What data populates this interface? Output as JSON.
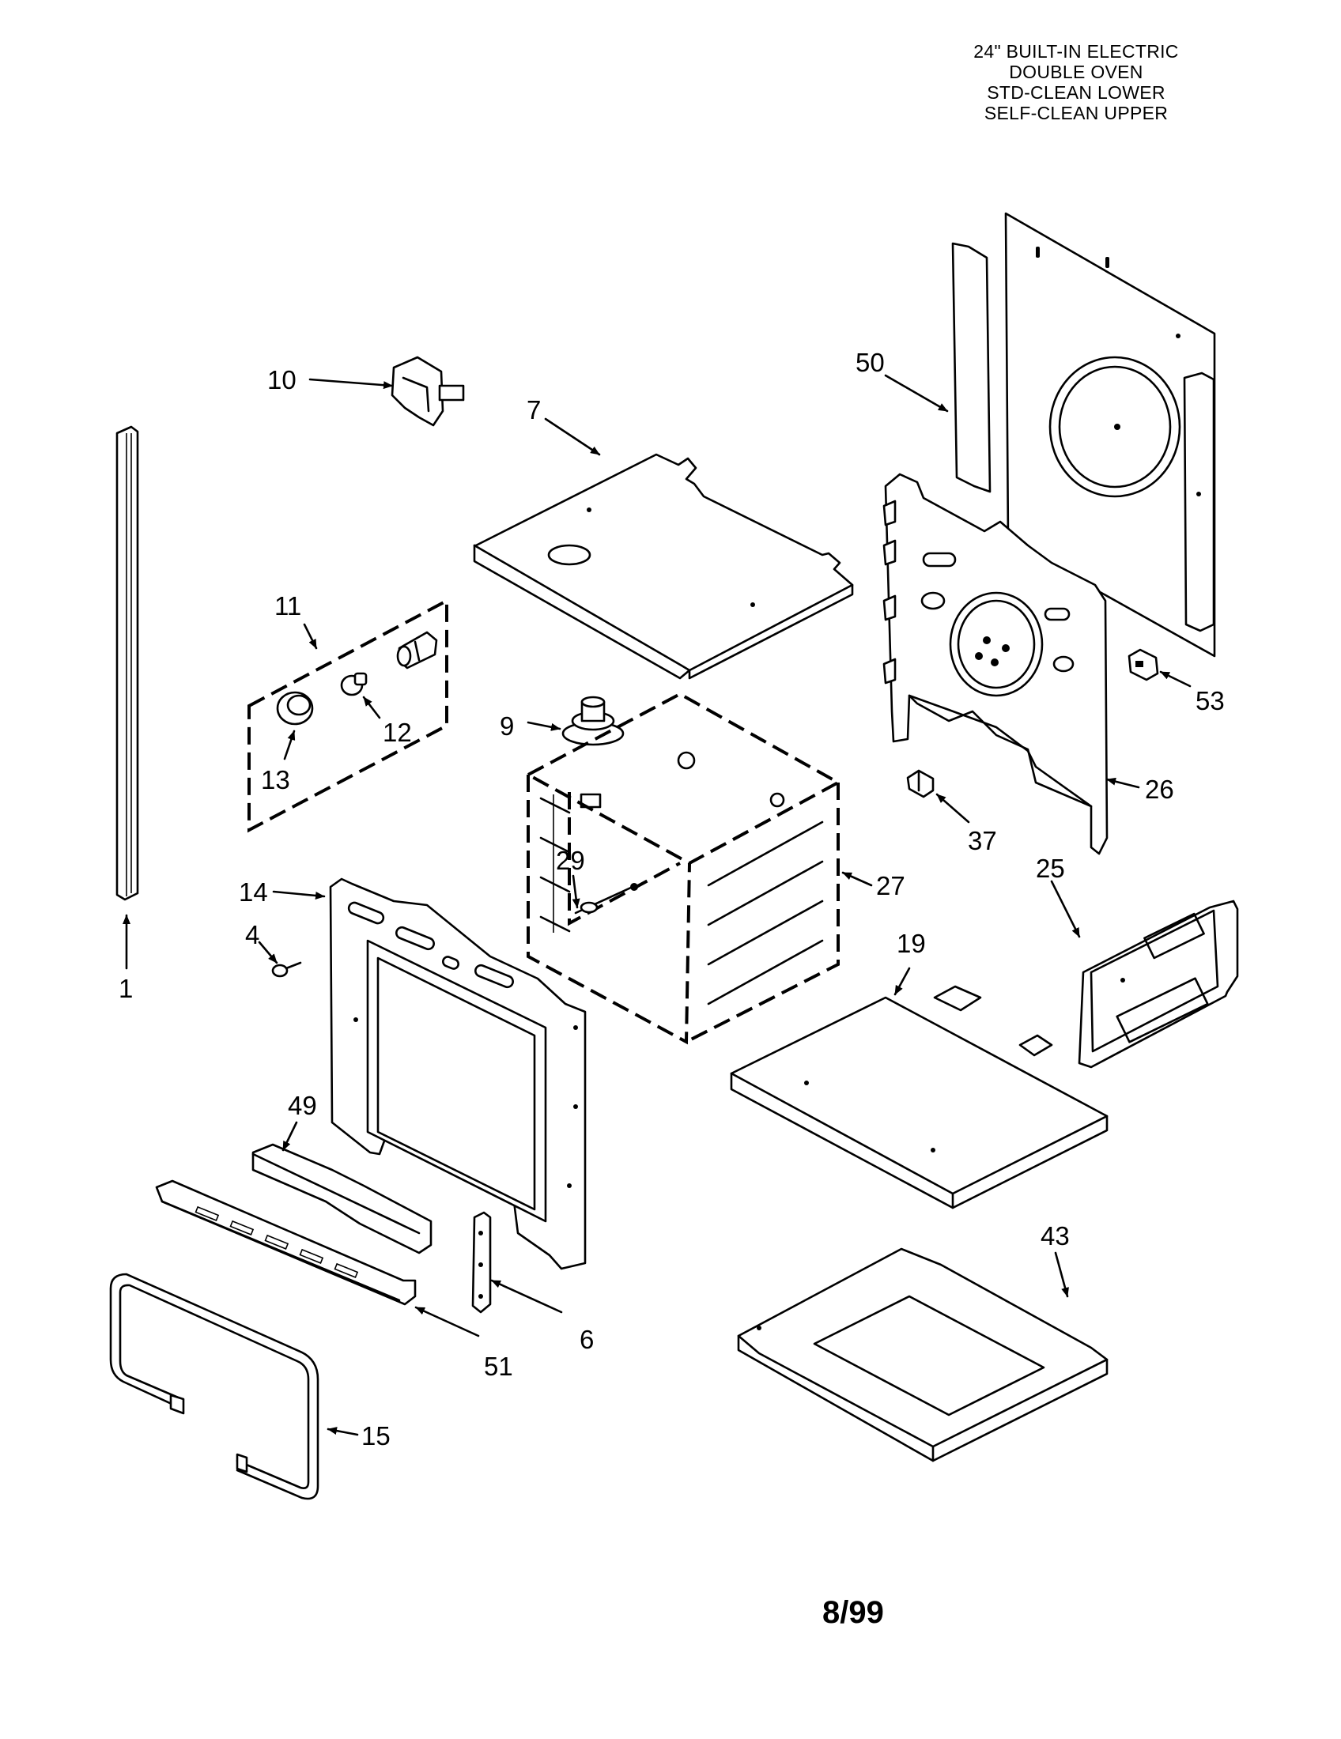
{
  "title": {
    "line1": "24\" BUILT-IN ELECTRIC",
    "line2": "DOUBLE OVEN",
    "line3": "STD-CLEAN LOWER",
    "line4": "SELF-CLEAN UPPER"
  },
  "footer": {
    "date": "8/99"
  },
  "parts": [
    {
      "key": "p1",
      "label": "1"
    },
    {
      "key": "p4",
      "label": "4"
    },
    {
      "key": "p6",
      "label": "6"
    },
    {
      "key": "p7",
      "label": "7"
    },
    {
      "key": "p9",
      "label": "9"
    },
    {
      "key": "p10",
      "label": "10"
    },
    {
      "key": "p11",
      "label": "11"
    },
    {
      "key": "p12",
      "label": "12"
    },
    {
      "key": "p13",
      "label": "13"
    },
    {
      "key": "p14",
      "label": "14"
    },
    {
      "key": "p15",
      "label": "15"
    },
    {
      "key": "p19",
      "label": "19"
    },
    {
      "key": "p25",
      "label": "25"
    },
    {
      "key": "p26",
      "label": "26"
    },
    {
      "key": "p27",
      "label": "27"
    },
    {
      "key": "p29",
      "label": "29"
    },
    {
      "key": "p37",
      "label": "37"
    },
    {
      "key": "p43",
      "label": "43"
    },
    {
      "key": "p49",
      "label": "49"
    },
    {
      "key": "p50",
      "label": "50"
    },
    {
      "key": "p51",
      "label": "51"
    },
    {
      "key": "p53",
      "label": "53"
    }
  ]
}
